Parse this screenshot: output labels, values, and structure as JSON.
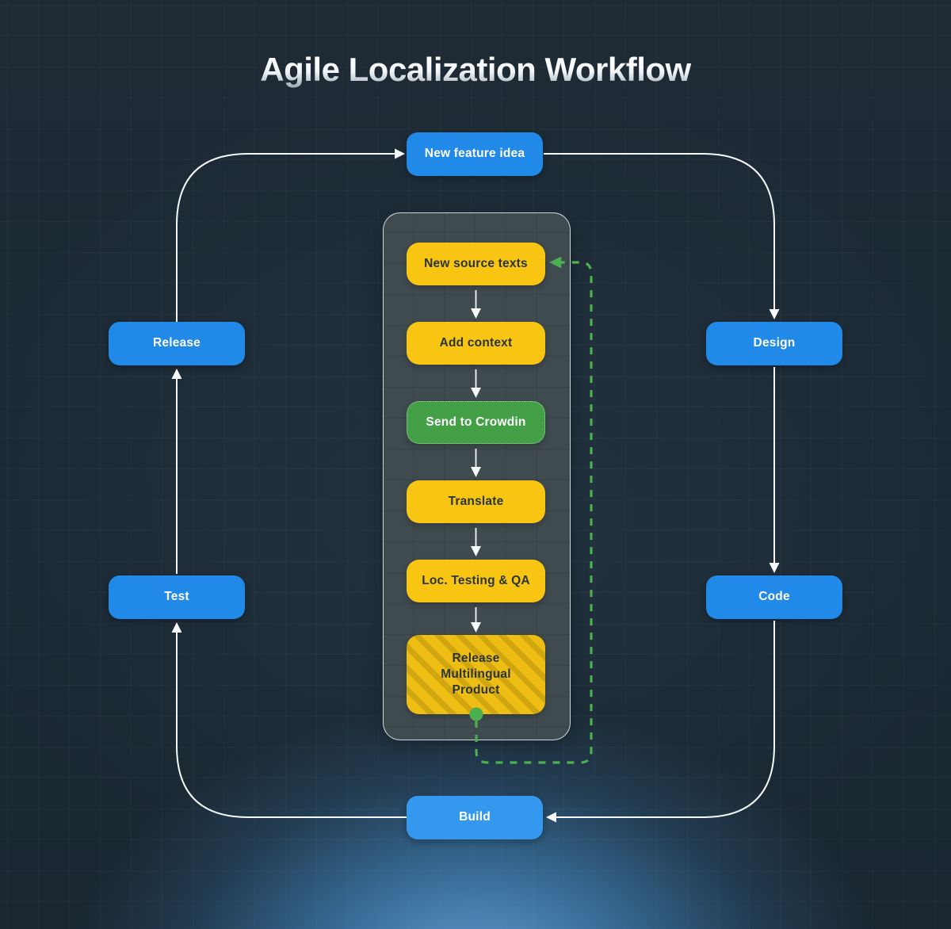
{
  "title": "Agile Localization Workflow",
  "colors": {
    "node-blue": "#2189e8",
    "node-blue-light": "#3598ef",
    "node-yellow": "#f8c513",
    "node-green": "#43a047",
    "yellow-text": "#2a3439",
    "connector": "#f6f9fa",
    "loop-green": "#4caf50",
    "panel-bg": "#404b4f",
    "background": "#1b2934",
    "glow": "#63a5db"
  },
  "outer_cycle": {
    "nodes": [
      {
        "id": "new-feature-idea",
        "label": "New feature idea"
      },
      {
        "id": "design",
        "label": "Design"
      },
      {
        "id": "code",
        "label": "Code"
      },
      {
        "id": "build",
        "label": "Build"
      },
      {
        "id": "test",
        "label": "Test"
      },
      {
        "id": "release",
        "label": "Release"
      }
    ],
    "flow": "New feature idea → Design → Code → Build → Test → Release → New feature idea"
  },
  "localization_panel": {
    "nodes": [
      {
        "id": "new-source-texts",
        "label": "New source texts"
      },
      {
        "id": "add-context",
        "label": "Add context"
      },
      {
        "id": "send-to-crowdin",
        "label": "Send to Crowdin"
      },
      {
        "id": "translate",
        "label": "Translate"
      },
      {
        "id": "loc-testing-qa",
        "label": "Loc. Testing & QA"
      },
      {
        "id": "release-multilingual-product",
        "label": "Release Multilingual Product"
      }
    ],
    "flow": "New source texts → Add context → Send to Crowdin → Translate → Loc. Testing & QA → Release Multilingual Product",
    "feedback_loop": "Release Multilingual Product → New source texts"
  }
}
